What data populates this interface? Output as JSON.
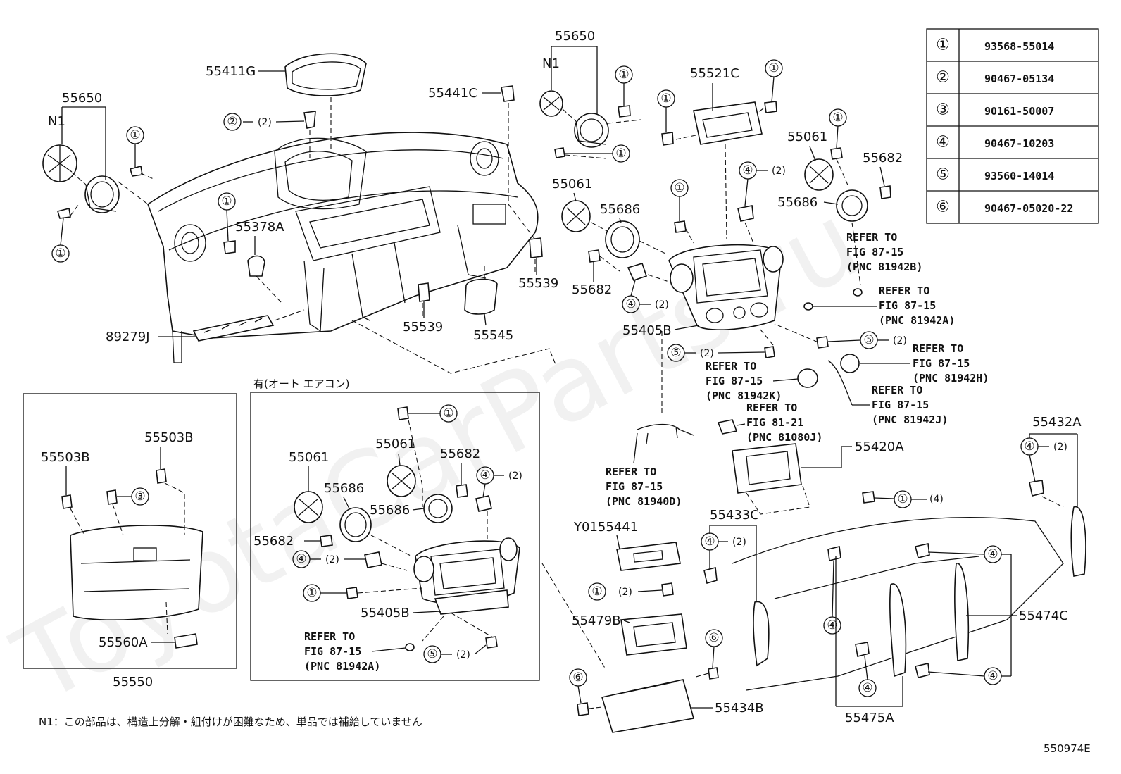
{
  "watermark": "ToyotaCarParts.ru",
  "figure_code": "550974E",
  "footnote": "N1：この部品は、構造上分解・組付けが困難なため、単品では補給していません",
  "inset_caption": "有(オート エアコン)",
  "legend": [
    {
      "sym": "①",
      "part": "93568-55014"
    },
    {
      "sym": "②",
      "part": "90467-05134"
    },
    {
      "sym": "③",
      "part": "90161-50007"
    },
    {
      "sym": "④",
      "part": "90467-10203"
    },
    {
      "sym": "⑤",
      "part": "93560-14014"
    },
    {
      "sym": "⑥",
      "part": "90467-05020-22"
    }
  ],
  "labels": {
    "p55650_left": "55650",
    "n1_left": "N1",
    "p55411g": "55411G",
    "p55441c": "55441C",
    "p55650_top": "55650",
    "n1_top": "N1",
    "p55521c": "55521C",
    "p55061_a": "55061",
    "p55682_a": "55682",
    "p55686_a": "55686",
    "p55061_b": "55061",
    "p55686_b": "55686",
    "p55682_b": "55682",
    "p55378a": "55378A",
    "p55539_a": "55539",
    "p55539_b": "55539",
    "p55545": "55545",
    "p89279j": "89279J",
    "p55405b": "55405B",
    "p55503b_a": "55503B",
    "p55503b_b": "55503B",
    "p55560a": "55560A",
    "p55550": "55550",
    "in_55061_a": "55061",
    "in_55061_b": "55061",
    "in_55682_a": "55682",
    "in_55686_a": "55686",
    "in_55686_b": "55686",
    "in_55682_b": "55682",
    "in_55405b": "55405B",
    "p55420a": "55420A",
    "p55432a": "55432A",
    "p55433c": "55433C",
    "py0155441": "Y0155441",
    "p55479b": "55479B",
    "p55434b": "55434B",
    "p55474c": "55474C",
    "p55475a": "55475A"
  },
  "refs": {
    "r1": [
      "REFER TO",
      "FIG 87-15",
      "(PNC 81942B)"
    ],
    "r2": [
      "REFER TO",
      "FIG 87-15",
      "(PNC 81942A)"
    ],
    "r3": [
      "REFER TO",
      "FIG 87-15",
      "(PNC 81942H)"
    ],
    "r4": [
      "REFER TO",
      "FIG 87-15",
      "(PNC 81942K)"
    ],
    "r5": [
      "REFER TO",
      "FIG 87-15",
      "(PNC 81942J)"
    ],
    "r6": [
      "REFER TO",
      "FIG 81-21",
      "(PNC 81080J)"
    ],
    "r7": [
      "REFER TO",
      "FIG 87-15",
      "(PNC 81940D)"
    ],
    "r8": [
      "REFER TO",
      "FIG 87-15",
      "(PNC 81942A)"
    ]
  },
  "qty": {
    "q2": "(2)",
    "q4": "(4)"
  }
}
